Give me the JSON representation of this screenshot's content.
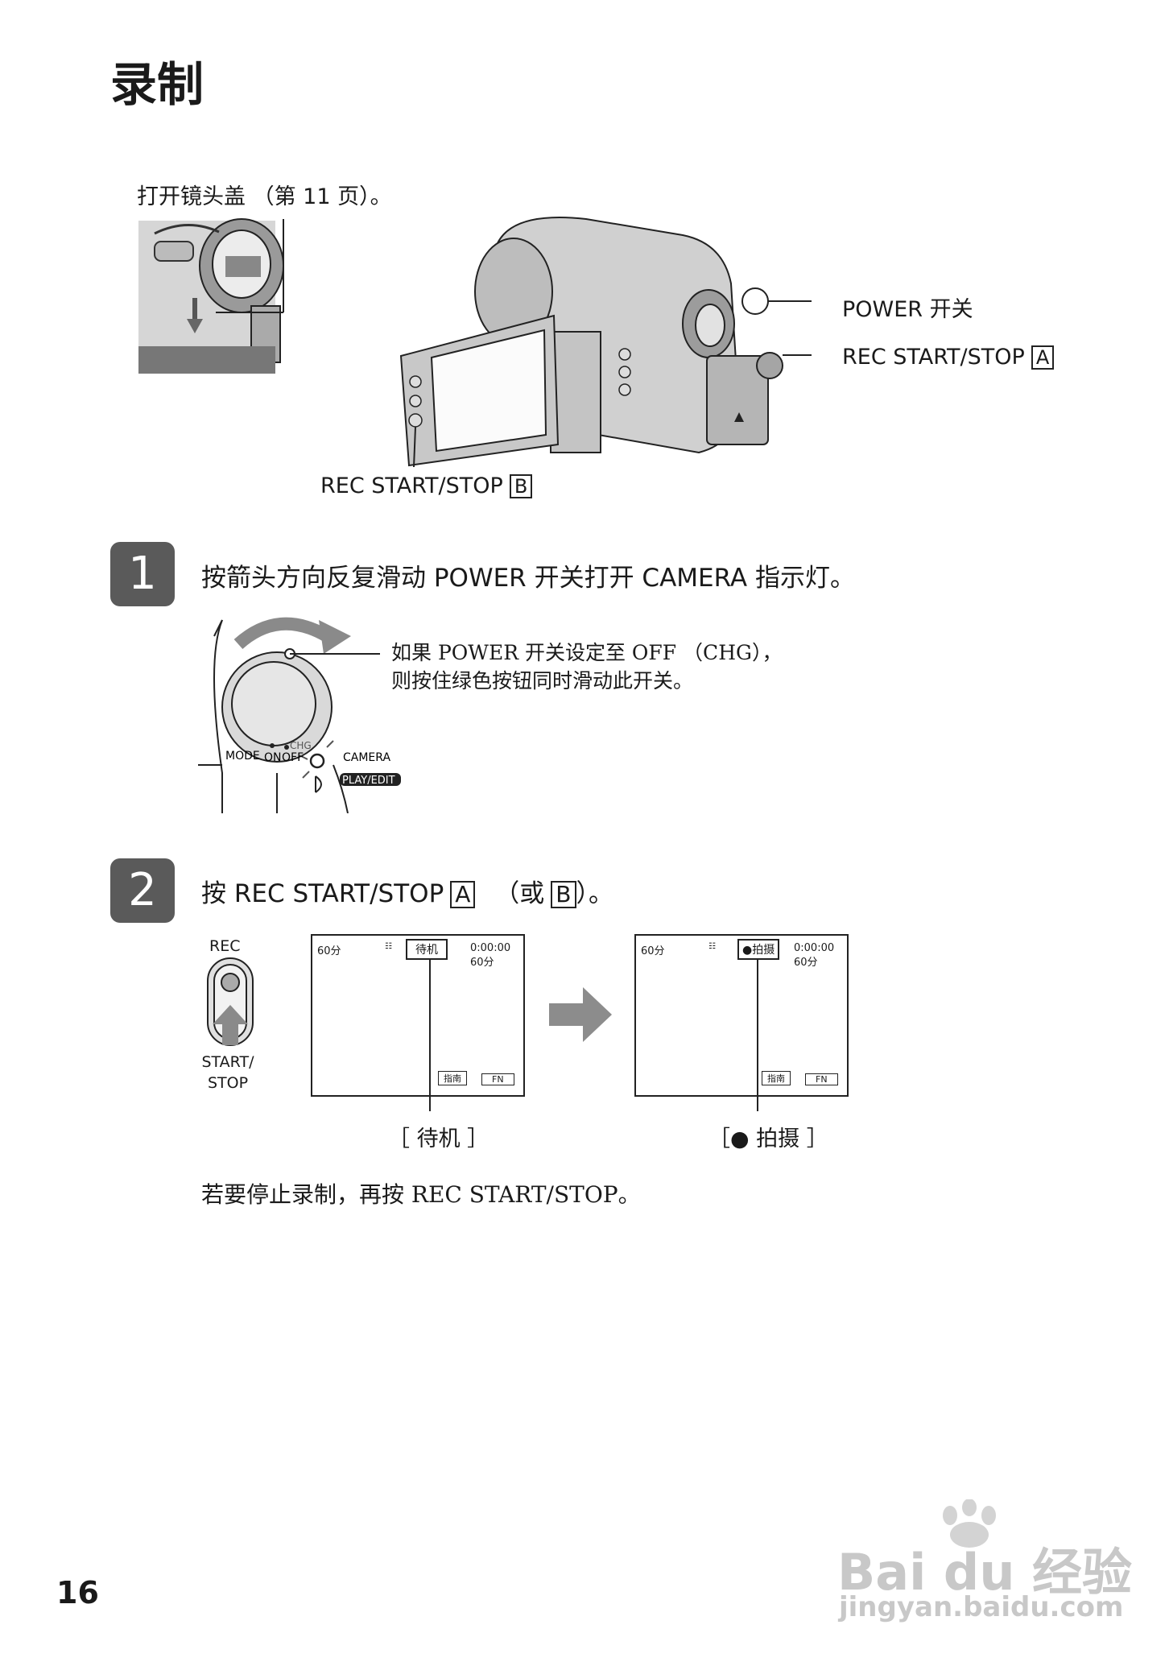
{
  "page_title": "录制",
  "lens_caption": "打开镜头盖 （第 11 页）。",
  "callouts": {
    "power_switch": "POWER 开关",
    "rec_start_stop_a": "REC START/STOP",
    "rec_start_stop_b": "REC START/STOP",
    "box_a": "A",
    "box_b": "B"
  },
  "step1": {
    "number": "1",
    "text": "按箭头方向反复滑动 POWER 开关打开 CAMERA 指示灯。",
    "note_line1": "如果 POWER 开关设定至 OFF （CHG），",
    "note_line2": "则按住绿色按钮同时滑动此开关。",
    "dial_labels": {
      "mode": "MODE",
      "on": "ON",
      "off": "OFF",
      "chg": "CHG",
      "camera": "CAMERA",
      "play_edit": "PLAY/EDIT"
    }
  },
  "step2": {
    "number": "2",
    "text_prefix": "按 REC START/STOP",
    "text_box_a": "A",
    "text_middle": "（或",
    "text_box_b": "B",
    "text_suffix": "）。",
    "button_labels": {
      "top": "REC",
      "bottom_line1": "START/",
      "bottom_line2": "STOP"
    },
    "screen_standby": {
      "battery": "60分",
      "status": "待机",
      "counter": "0:00:00",
      "remaining": "60分",
      "guide_btn": "指南",
      "fn_btn": "FN"
    },
    "screen_recording": {
      "battery": "60分",
      "status": "●拍摄",
      "counter": "0:00:00",
      "remaining": "60分",
      "guide_btn": "指南",
      "fn_btn": "FN"
    },
    "label_standby": "［ 待机 ］",
    "label_recording": "［● 拍摄 ］",
    "stop_note": "若要停止录制，再按 REC START/STOP。"
  },
  "page_number": "16",
  "watermark": {
    "brand": "Bai du 经验",
    "url": "jingyan.baidu.com"
  }
}
